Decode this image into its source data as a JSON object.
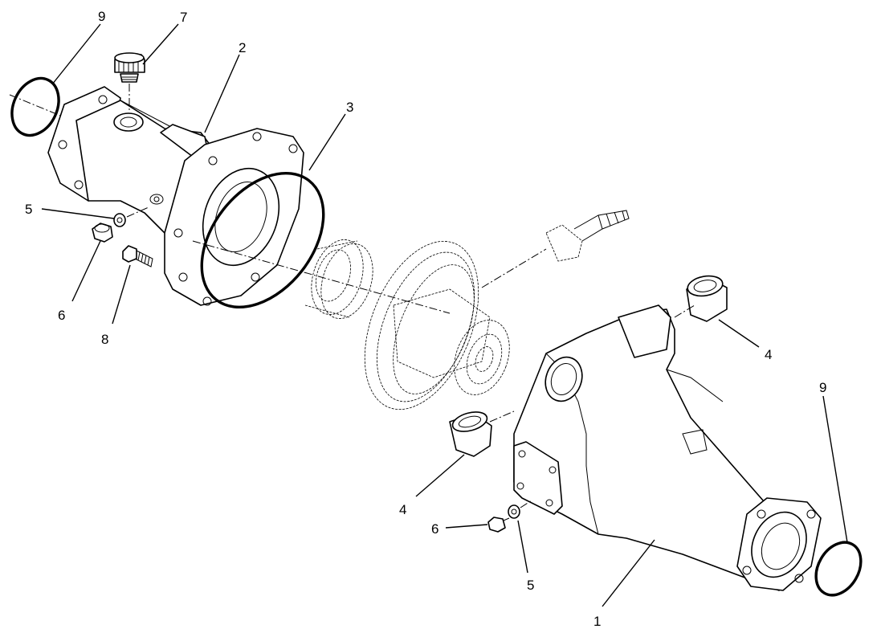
{
  "callouts": {
    "c1": "1",
    "c2": "2",
    "c3": "3",
    "c4a": "4",
    "c4b": "4",
    "c5a": "5",
    "c5b": "5",
    "c6a": "6",
    "c6b": "6",
    "c7": "7",
    "c8": "8",
    "c9a": "9",
    "c9b": "9"
  }
}
